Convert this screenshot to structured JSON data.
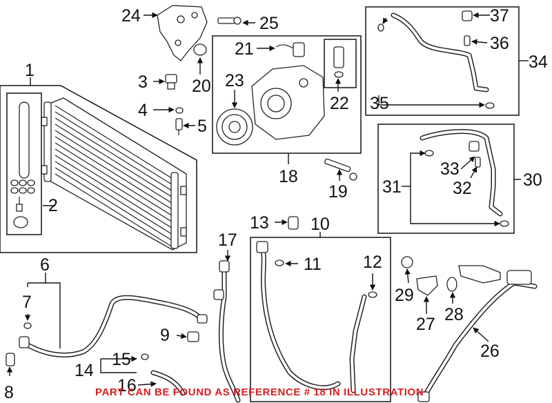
{
  "callouts": [
    "1",
    "2",
    "3",
    "4",
    "5",
    "6",
    "7",
    "8",
    "9",
    "10",
    "11",
    "12",
    "13",
    "14",
    "15",
    "16",
    "17",
    "18",
    "19",
    "20",
    "21",
    "22",
    "23",
    "24",
    "25",
    "26",
    "27",
    "28",
    "29",
    "30",
    "31",
    "32",
    "33",
    "34",
    "35",
    "36",
    "37"
  ],
  "footer_note": "PART CAN BE FOUND AS REFERENCE # 18 IN ILLUSTRATION",
  "colors": {
    "note": "#d42020",
    "line": "#111111"
  },
  "assemblies": [
    {
      "callout": "1",
      "part": "condenser"
    },
    {
      "callout": "10",
      "part": "hose-assembly"
    },
    {
      "callout": "18",
      "part": "compressor"
    },
    {
      "callout": "30",
      "part": "pressure-line"
    },
    {
      "callout": "34",
      "part": "suction-line"
    }
  ]
}
